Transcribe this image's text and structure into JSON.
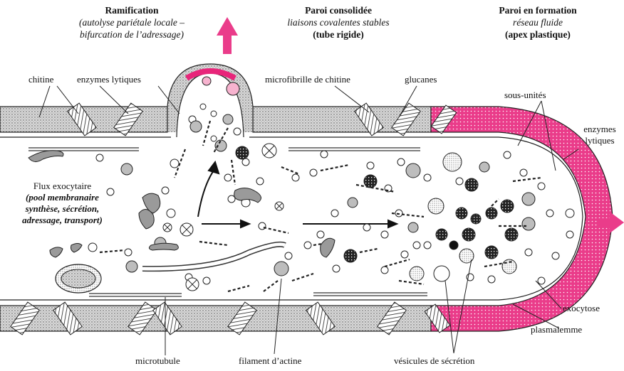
{
  "headers": {
    "branching": {
      "title": "Ramification",
      "line1": "(autolyse pariétale locale –",
      "line2": "bifurcation de l’adressage)"
    },
    "consolidated": {
      "title": "Paroi consolidée",
      "line1": "liaisons covalentes stables",
      "line2": "(tube rigide)"
    },
    "forming": {
      "title": "Paroi en formation",
      "line1": "réseau fluide",
      "line2": "(apex plastique)"
    }
  },
  "labels": {
    "chitin": "chitine",
    "lytic_enzymes": "enzymes lytiques",
    "chitin_microfibril": "microfibrille de chitine",
    "glucans": "glucanes",
    "subunits": "sous-unités",
    "lytic_enzymes_right_1": "enzymes",
    "lytic_enzymes_right_2": "lytiques",
    "exocytic_flux": {
      "line1": "Flux exocytaire",
      "line2": "(pool membranaire",
      "line3": "synthèse, sécrétion,",
      "line4": "adressage, transport)"
    },
    "exocytosis": "exocytose",
    "plasmalemma": "plasmalemme",
    "microtubule": "microtubule",
    "actin_filament": "filament d’actine",
    "secretion_vesicles": "vésicules de sécrétion"
  },
  "colors": {
    "pink": "#e8257a",
    "pink_light": "#f7b3cf",
    "wall_gray": "#cfcfcf",
    "ink": "#1a1a1a"
  }
}
